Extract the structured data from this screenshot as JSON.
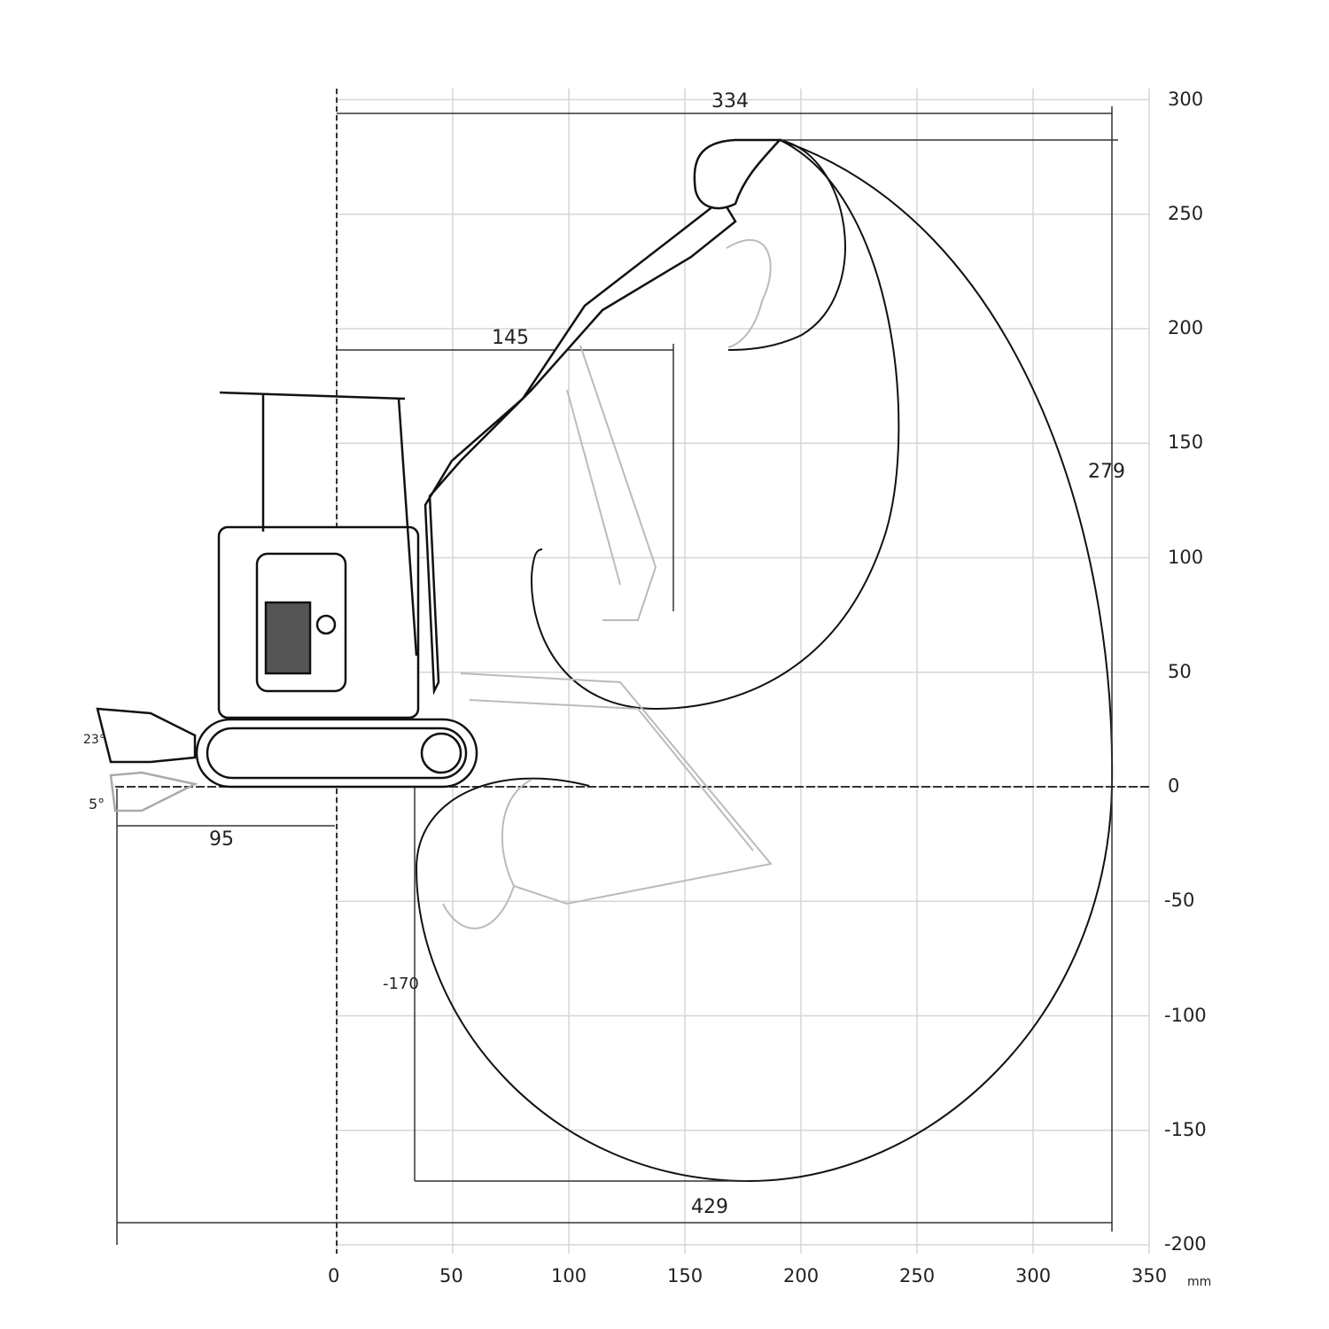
{
  "axes": {
    "x_ticks": [
      "0",
      "50",
      "100",
      "150",
      "200",
      "250",
      "300",
      "350"
    ],
    "y_ticks": [
      "300",
      "250",
      "200",
      "150",
      "100",
      "50",
      "0",
      "-50",
      "-100",
      "-150",
      "-200"
    ],
    "unit": "mm"
  },
  "dimensions": {
    "max_reach_height_span": "334",
    "dump_reach": "145",
    "max_height": "279",
    "rear_overhang": "95",
    "max_dig_depth": "-170",
    "max_reach": "429",
    "blade_up_angle": "23°",
    "blade_down_angle": "5°"
  }
}
